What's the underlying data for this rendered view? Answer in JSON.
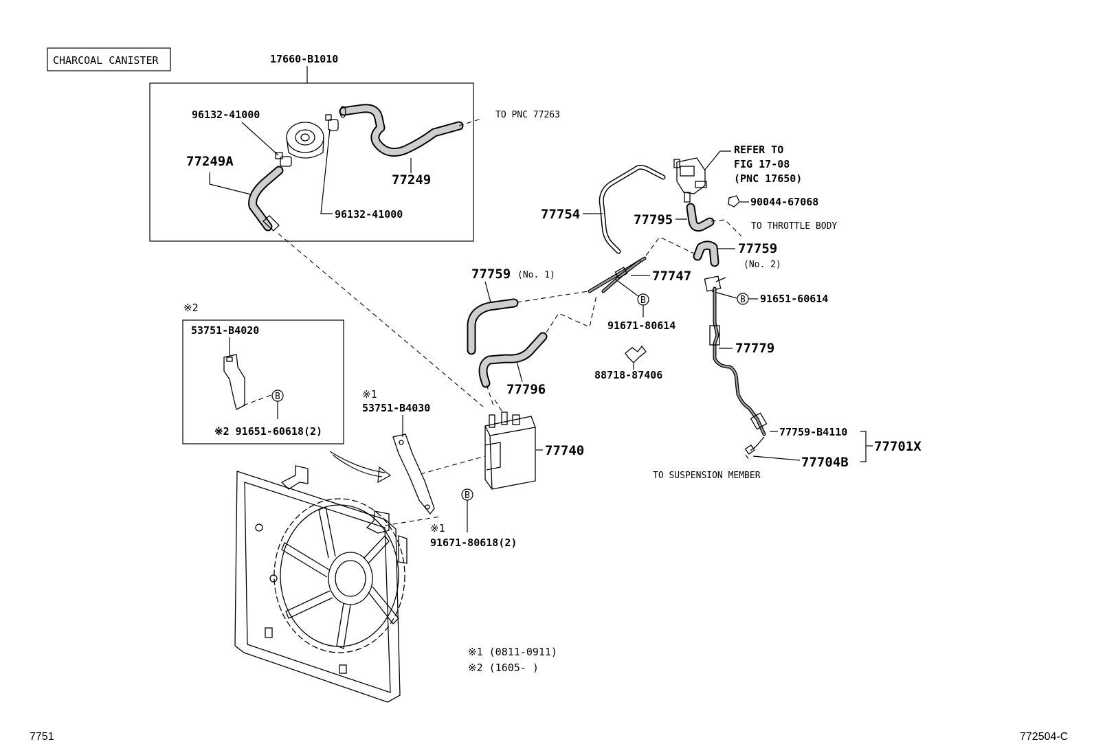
{
  "title_box": "CHARCOAL CANISTER",
  "labels": {
    "p17660": "17660-B1010",
    "p96132a": "96132-41000",
    "p96132b": "96132-41000",
    "p77249A": "77249A",
    "p77249": "77249",
    "to_pnc": "TO PNC 77263",
    "refer1": "REFER TO",
    "refer2": "FIG 17-08",
    "refer3": "(PNC 17650)",
    "p90044": "90044-67068",
    "p77754": "77754",
    "p77795": "77795",
    "to_throttle": "TO THROTTLE BODY",
    "p77759_2": "77759",
    "no2": "(No. 2)",
    "p77759_1": "77759",
    "no1": "(No. 1)",
    "p77747": "77747",
    "p91651_60614": "91651-60614",
    "p91671_80614": "91671-80614",
    "p88718": "88718-87406",
    "p77779": "77779",
    "p77796": "77796",
    "mark2_top": "※2",
    "p53751_B4020": "53751-B4020",
    "mark2_bolt": "※2 91651-60618(2)",
    "mark1_top": "※1",
    "p53751_B4030": "53751-B4030",
    "p77740": "77740",
    "p77759_B4110": "77759-B4110",
    "p77701X": "77701X",
    "p77704B": "77704B",
    "to_suspension": "TO SUSPENSION MEMBER",
    "mark1_bolt": "※1",
    "p91671_80618": "91671-80618(2)",
    "legend1": "※1  (0811-0911)",
    "legend2": "※2  (1605-     )",
    "b_marker": "B"
  },
  "footer": {
    "left": "7751",
    "right": "772504-C"
  }
}
